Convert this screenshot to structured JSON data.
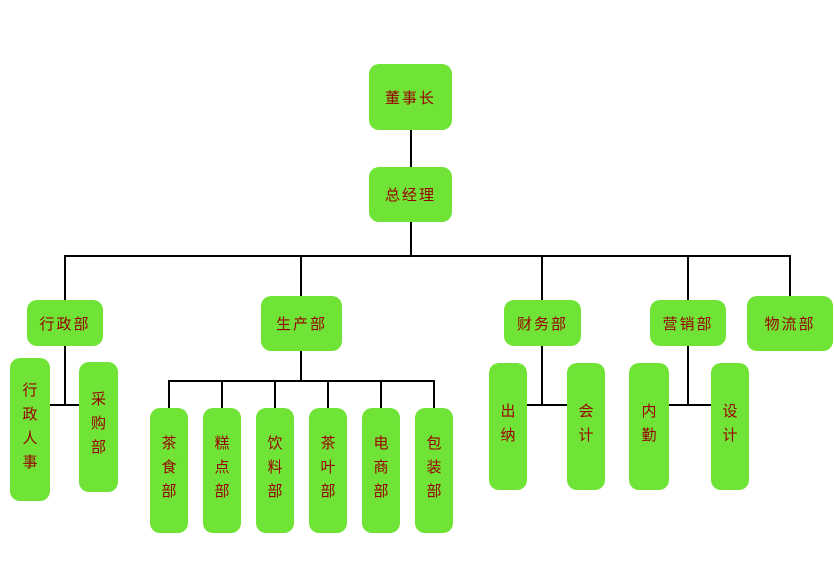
{
  "colors": {
    "node_fill": "#6FE436",
    "node_text": "#990000",
    "connector": "#000000",
    "background": "#FFFFFF"
  },
  "nodes": {
    "chairman": "董事长",
    "general_manager": "总经理",
    "admin_dept": "行政部",
    "production_dept": "生产部",
    "finance_dept": "财务部",
    "marketing_dept": "营销部",
    "logistics_dept": "物流部",
    "admin_hr": "行政人事",
    "purchasing_dept": "采购部",
    "tea_food_dept": "茶食部",
    "pastry_dept": "糕点部",
    "beverage_dept": "饮料部",
    "tea_leaf_dept": "茶叶部",
    "ecommerce_dept": "电商部",
    "packaging_dept": "包装部",
    "cashier": "出纳",
    "accounting": "会计",
    "internal_affairs": "内勤",
    "design": "设计"
  }
}
